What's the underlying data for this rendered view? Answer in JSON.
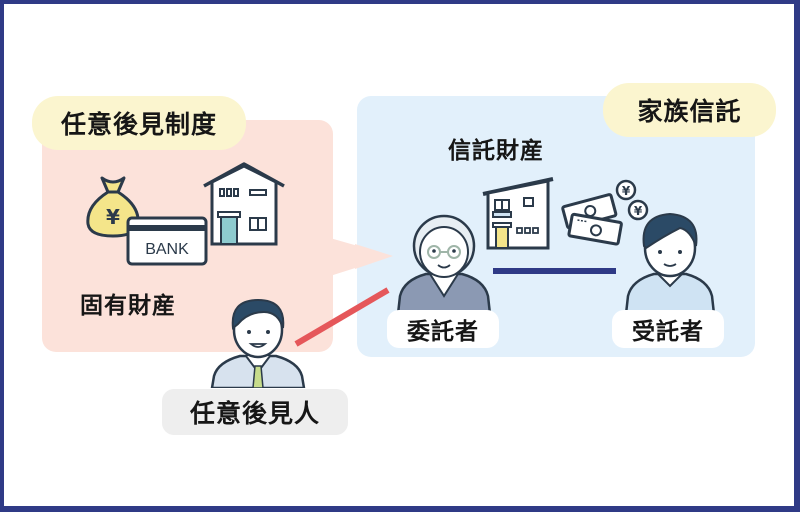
{
  "colors": {
    "frame_border": "#2f3a86",
    "background": "#ffffff",
    "pink_panel": "#fce2da",
    "blue_panel": "#e2f0fb",
    "pill": "#fbf5cf",
    "label_gray": "#eeeeee",
    "guardian_link_line": "#e5575a",
    "trust_link_line": "#2f3a86",
    "outline": "#2b3a4a"
  },
  "left_section": {
    "title": "任意後見制度",
    "assets_label": "固有財産",
    "bank_card_text": "BANK",
    "icons": [
      "money-bag-yen-icon",
      "bank-card-icon",
      "house-icon"
    ]
  },
  "right_section": {
    "title": "家族信託",
    "assets_label": "信託財産",
    "icons": [
      "modern-house-icon",
      "banknotes-icon",
      "yen-coins-icon"
    ]
  },
  "people": {
    "settlor": {
      "label": "委託者"
    },
    "trustee": {
      "label": "受託者"
    },
    "guardian": {
      "label": "任意後見人"
    }
  }
}
